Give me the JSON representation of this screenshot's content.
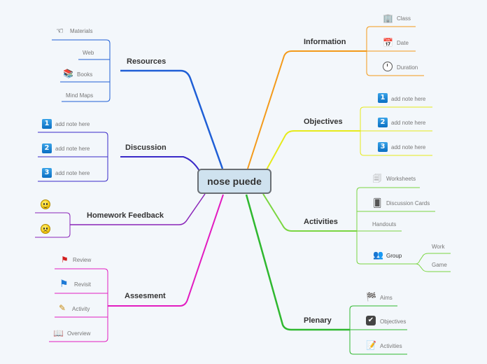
{
  "center": {
    "label": "nose puede"
  },
  "branches": {
    "resources": {
      "label": "Resources",
      "items": [
        "Materials",
        "Web",
        "Books",
        "Mind Maps"
      ],
      "color": "#1f5fd6"
    },
    "discussion": {
      "label": "Discussion",
      "items": [
        "add note here",
        "add note here",
        "add note here"
      ],
      "numbers": [
        "1",
        "2",
        "3"
      ],
      "color": "#3a2ac8"
    },
    "homework": {
      "label": "Homework Feedback",
      "color": "#8a24b8"
    },
    "assessment": {
      "label": "Assesment",
      "items": [
        "Review",
        "Revisit",
        "Activity",
        "Overview"
      ],
      "color": "#e21cc0"
    },
    "information": {
      "label": "Information",
      "items": [
        "Class",
        "Date",
        "Duration"
      ],
      "color": "#f39a1a"
    },
    "objectives": {
      "label": "Objectives",
      "items": [
        "add note here",
        "add note here",
        "add note here"
      ],
      "numbers": [
        "1",
        "2",
        "3"
      ],
      "color": "#e6ea1a"
    },
    "activities": {
      "label": "Activities",
      "items": [
        "Worksheets",
        "Discussion Cards",
        "Handouts",
        "Group"
      ],
      "subitems": [
        "Work",
        "Game"
      ],
      "color": "#7ad641"
    },
    "plenary": {
      "label": "Plenary",
      "items": [
        "Aims",
        "Objectives",
        "Activities"
      ],
      "color": "#2fb82f"
    }
  },
  "icons": {
    "materials": "pointing-hand-icon",
    "books": "books-icon",
    "happy": "smiley-happy-icon",
    "sad": "smiley-sad-icon",
    "review": "red-flag-icon",
    "revisit": "blue-flag-icon",
    "activity": "pencil-icon",
    "overview": "open-book-icon",
    "class": "building-icon",
    "date": "calendar-icon",
    "duration": "clock-icon",
    "worksheets": "worksheets-icon",
    "discussion_cards": "cards-icon",
    "group": "group-icon",
    "aims": "checkered-flag-icon",
    "objectives_check": "checkbox-icon",
    "activities_pencil": "pencil-paper-icon"
  }
}
